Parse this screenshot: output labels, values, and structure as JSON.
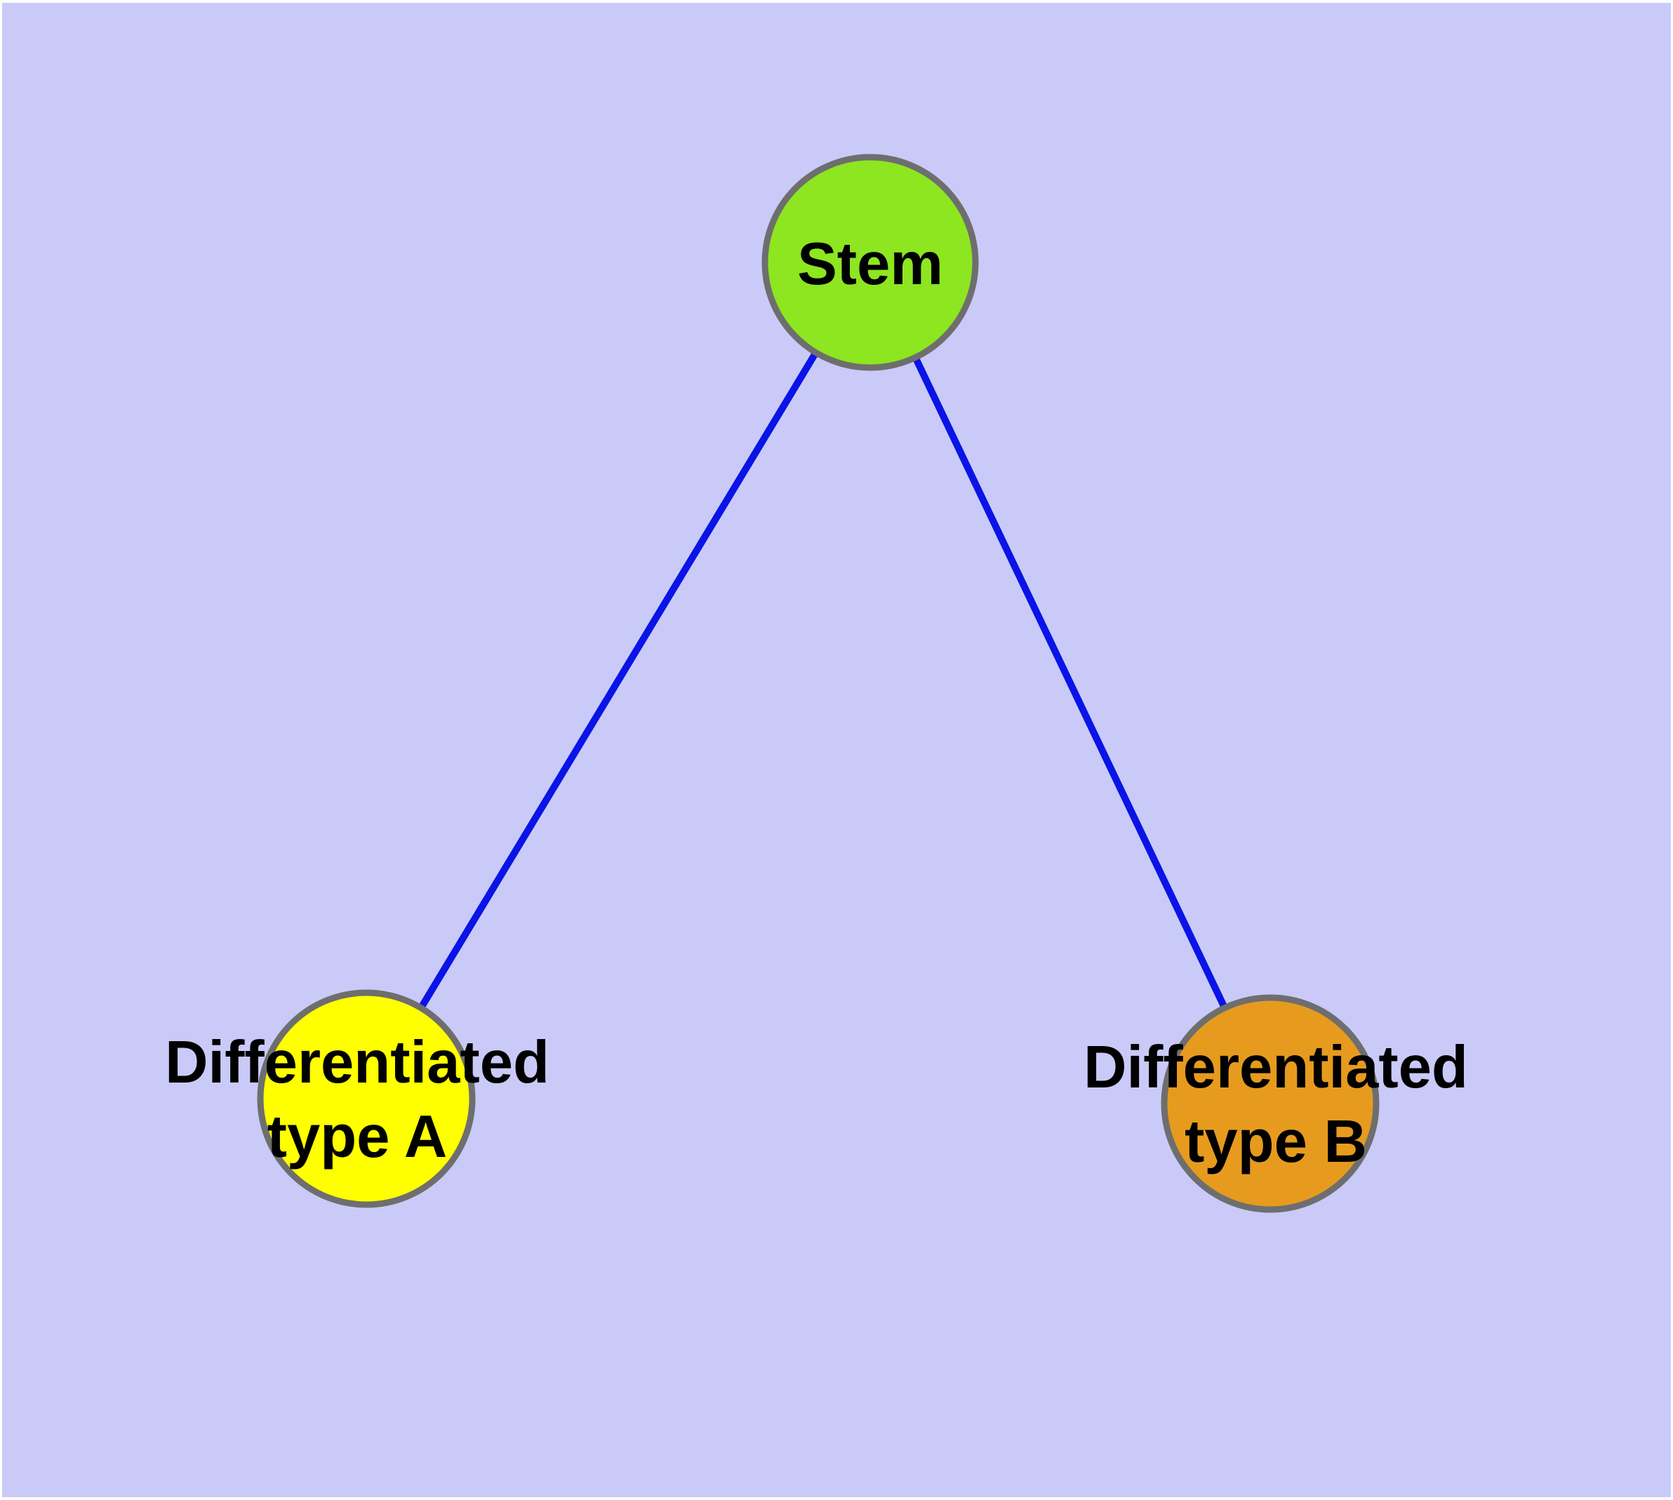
{
  "diagram": {
    "background_color": "#CACAF8",
    "frame_color": "#FFFFFF",
    "edge_color": "#0A14E6",
    "node_border_color": "#6E6E6E",
    "label_color": "#000000",
    "nodes": {
      "stem": {
        "label": "Stem",
        "fill": "#8DE620"
      },
      "type_a": {
        "label": "Differentiated\ntype A",
        "fill": "#FFFF00"
      },
      "type_b": {
        "label": "Differentiated\ntype B",
        "fill": "#E69B1E"
      }
    },
    "edges": [
      {
        "from": "Stem",
        "to": "Differentiated type A"
      },
      {
        "from": "Stem",
        "to": "Differentiated type B"
      }
    ]
  }
}
